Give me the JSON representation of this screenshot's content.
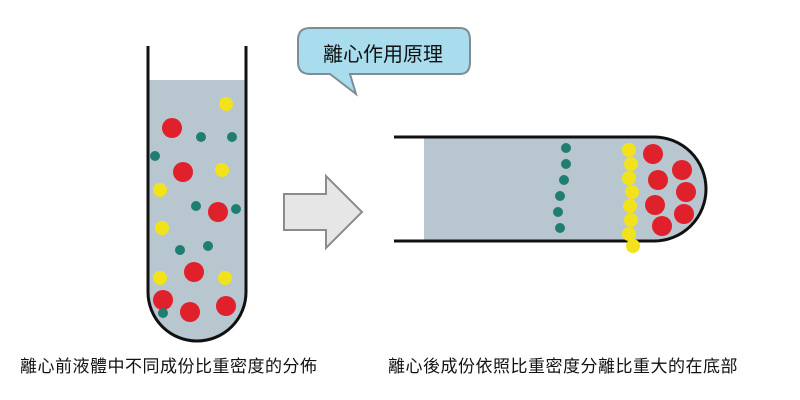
{
  "title": "離心作用原理",
  "captions": {
    "before": "離心前液體中不同成份比重密度的分佈",
    "after": "離心後成份依照比重密度分離比重大的在底部"
  },
  "colors": {
    "liquid": "#b8c7cf",
    "tube_outline": "#111111",
    "bubble_fill": "#a9dcec",
    "bubble_stroke": "#7f8c94",
    "arrow_fill": "#e6e6e6",
    "arrow_stroke": "#8c8c8c",
    "red_particle": "#e0202a",
    "yellow_particle": "#f2e21c",
    "teal_particle": "#1f7d72"
  },
  "legend_counts": {
    "before": {
      "red": 7,
      "yellow": 6,
      "teal": 8
    },
    "after": {
      "red": 7,
      "yellow": 8,
      "teal": 6
    }
  }
}
